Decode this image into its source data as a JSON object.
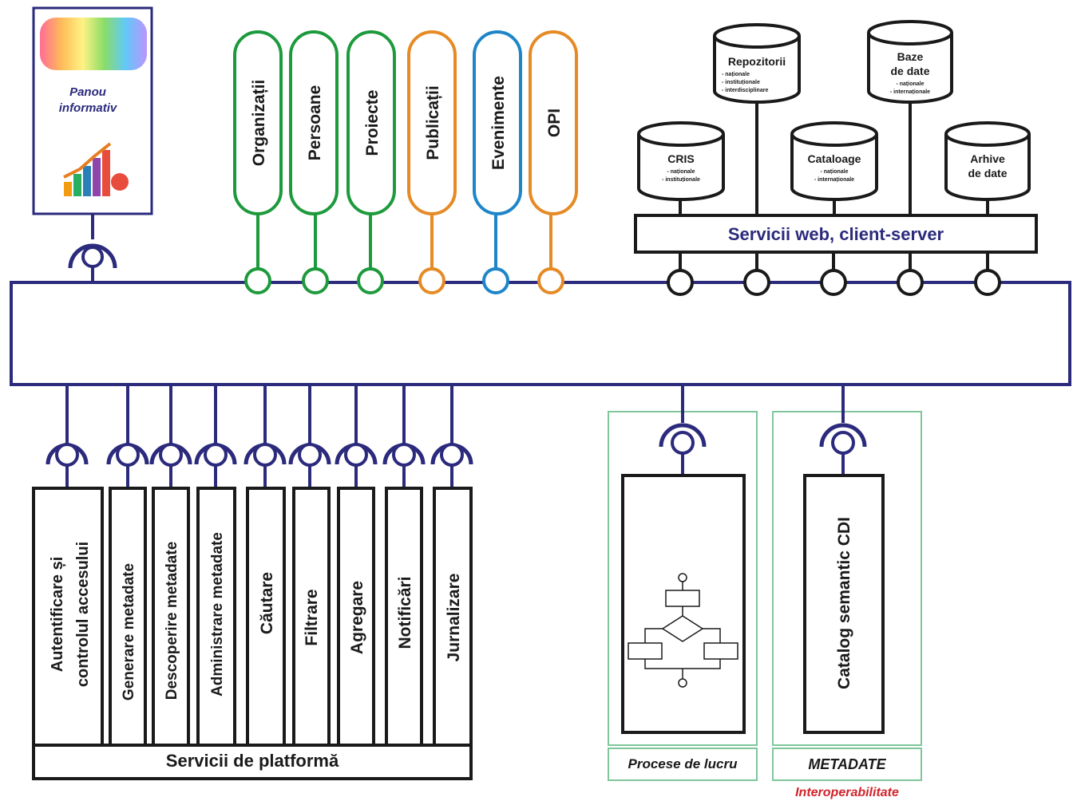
{
  "info_panel": {
    "title_line1": "Panou",
    "title_line2": "informativ"
  },
  "entities": [
    {
      "label": "Organizații",
      "color": "#1d9a3c"
    },
    {
      "label": "Persoane",
      "color": "#1d9a3c"
    },
    {
      "label": "Proiecte",
      "color": "#1d9a3c"
    },
    {
      "label": "Publicații",
      "color": "#e58a25"
    },
    {
      "label": "Evenimente",
      "color": "#1e86c8"
    },
    {
      "label": "OPI",
      "color": "#e58a25"
    }
  ],
  "repositories": {
    "repozitorii": {
      "title": "Repozitorii",
      "items": [
        "- naționale",
        "- instituționale",
        "- interdisciplinare"
      ]
    },
    "baze": {
      "title_line1": "Baze",
      "title_line2": "de date",
      "items": [
        "- naționale",
        "- internaționale"
      ]
    },
    "cris": {
      "title": "CRIS",
      "items": [
        "- naționale",
        "- instituționale"
      ]
    },
    "cataloage": {
      "title": "Cataloage",
      "items": [
        "- naționale",
        "- internaționale"
      ]
    },
    "arhive": {
      "title_line1": "Arhive",
      "title_line2": "de date"
    }
  },
  "web_services": {
    "label": "Servicii web, client-server"
  },
  "platform_services": {
    "label": "Servicii de platformă",
    "autentificare_line1": "Autentificare și",
    "autentificare_line2": "controlul accesului",
    "items": [
      "Generare metadate",
      "Descoperire metadate",
      "Administrare metadate",
      "Căutare",
      "Filtrare",
      "Agregare",
      "Notificări",
      "Jurnalizare"
    ]
  },
  "workflow": {
    "label": "Procese de lucru"
  },
  "metadata": {
    "catalog_label": "Catalog semantic CDI",
    "label": "METADATE",
    "interop_label": "Interoperabilitate"
  },
  "colors": {
    "bus": "#2b2a7c",
    "black": "#1a1a1a",
    "green": "#1d9a3c",
    "orange": "#e58a25",
    "blue": "#1e86c8",
    "frame": "#7fc79a",
    "red": "#d2232a"
  }
}
